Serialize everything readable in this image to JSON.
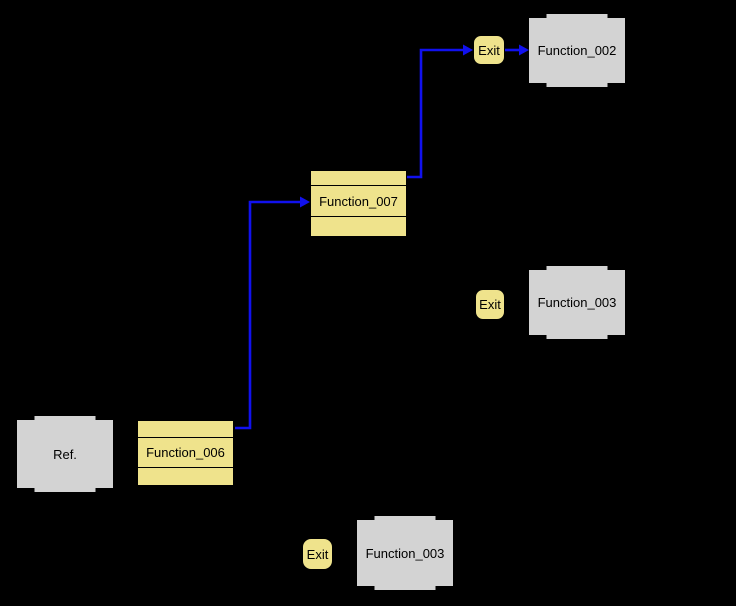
{
  "colors": {
    "background": "#000000",
    "node_yellow": "#efe38c",
    "node_gray": "#d3d3d3",
    "edge_blue": "#1111ee",
    "text": "#000000"
  },
  "nodes": {
    "ref": {
      "label": "Ref.",
      "type": "reference"
    },
    "function_006": {
      "label": "Function_006",
      "type": "function-active"
    },
    "function_007": {
      "label": "Function_007",
      "type": "function-active"
    },
    "function_002": {
      "label": "Function_002",
      "type": "function"
    },
    "function_003_mid": {
      "label": "Function_003",
      "type": "function"
    },
    "function_003_bottom": {
      "label": "Function_003",
      "type": "function"
    },
    "exit_top": {
      "label": "Exit",
      "type": "exit-port"
    },
    "exit_mid": {
      "label": "Exit",
      "type": "exit-port"
    },
    "exit_bottom": {
      "label": "Exit",
      "type": "exit-port"
    }
  },
  "edges": [
    {
      "from": "function_006",
      "to": "function_007"
    },
    {
      "from": "function_007",
      "to": "exit_top"
    },
    {
      "from": "exit_top",
      "to": "function_002"
    }
  ]
}
